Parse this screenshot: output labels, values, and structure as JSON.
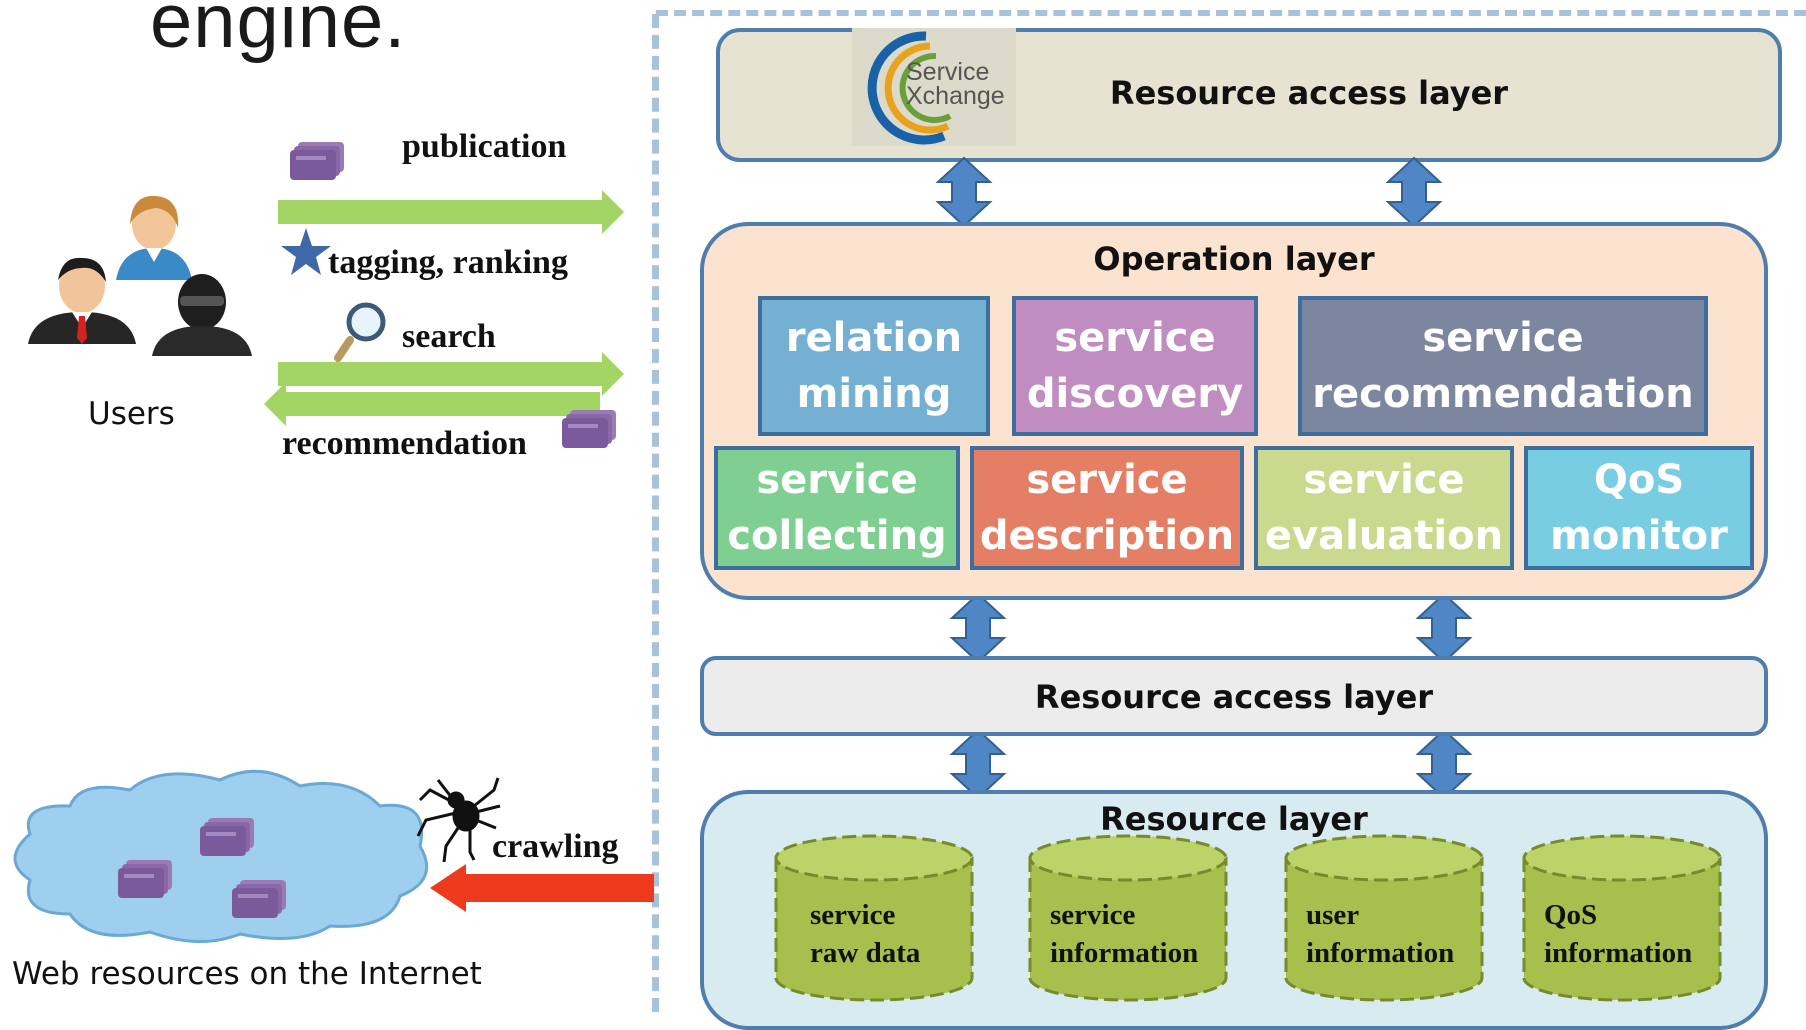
{
  "title_fragment": "engine.",
  "users_label": "Users",
  "web_label": "Web resources on the Internet",
  "actions": {
    "publication": "publication",
    "tagging": "tagging, ranking",
    "search": "search",
    "recommendation": "recommendation",
    "crawling": "crawling"
  },
  "logo": {
    "line1": "Service",
    "line2": "Xchange"
  },
  "layers": {
    "top_access": "Resource access layer",
    "operation": "Operation layer",
    "bottom_access": "Resource access layer",
    "resource": "Resource  layer"
  },
  "operations": [
    {
      "l1": "relation",
      "l2": "mining",
      "color": "#74b0d2"
    },
    {
      "l1": "service",
      "l2": "discovery",
      "color": "#c08dc0"
    },
    {
      "l1": "service",
      "l2": "recommendation",
      "color": "#7c869f"
    },
    {
      "l1": "service",
      "l2": "collecting",
      "color": "#7fcf92"
    },
    {
      "l1": "service",
      "l2": "description",
      "color": "#e47f66"
    },
    {
      "l1": "service",
      "l2": "evaluation",
      "color": "#c9da8f"
    },
    {
      "l1": "QoS",
      "l2": "monitor",
      "color": "#79cde3"
    }
  ],
  "resources": [
    {
      "l1": "service",
      "l2": "raw data"
    },
    {
      "l1": "service",
      "l2": "information"
    },
    {
      "l1": "user",
      "l2": "information"
    },
    {
      "l1": "QoS",
      "l2": "information"
    }
  ],
  "colors": {
    "layer_border": "#4f7dad",
    "green_arrow": "#a2d563",
    "red_arrow": "#ee3a1c",
    "operation_bg": "#fce3cf",
    "resource_bg": "#d8ebf0",
    "top_layer_bg": "#e6e3d2",
    "access_bg": "#ececec",
    "cylinder": "#a7c04d"
  }
}
